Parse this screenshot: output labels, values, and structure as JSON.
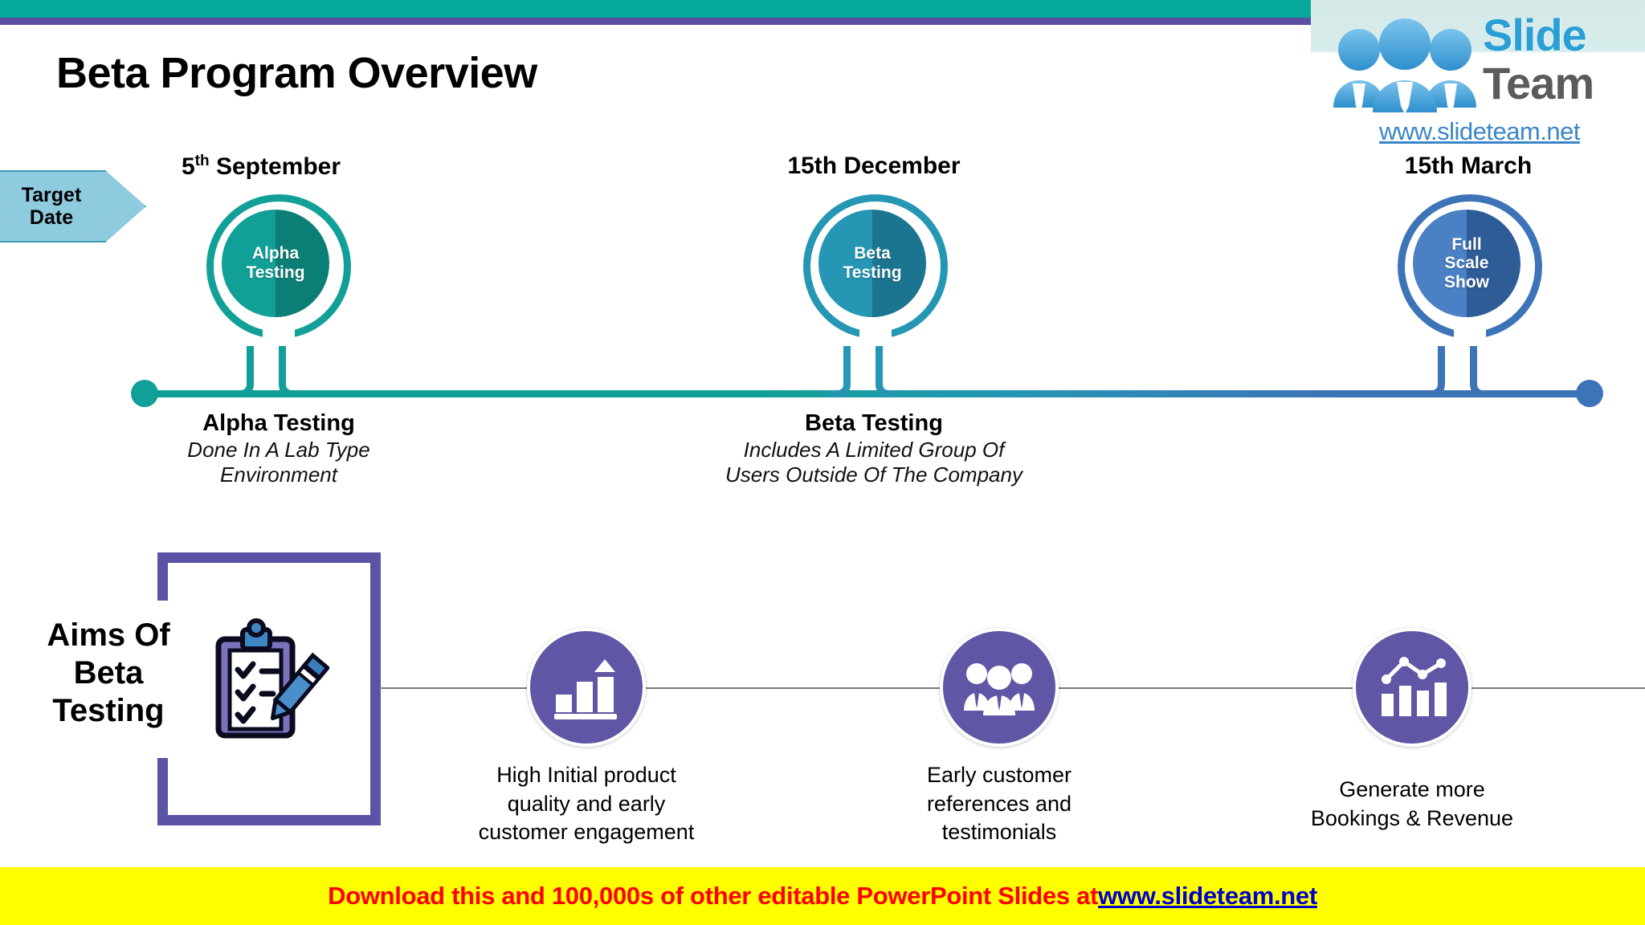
{
  "header": {
    "title": "Beta Program Overview",
    "teal_color": "#05a89a",
    "purple_color": "#5b4fa0"
  },
  "logo": {
    "word_1": "Slide",
    "word_2": "Team",
    "url": "www.slideteam.net",
    "people_icon": "people-group-icon"
  },
  "target_badge": {
    "line_1": "Target",
    "line_2": "Date",
    "fill": "#8ecbdf",
    "border": "#3d9ab5"
  },
  "timeline": {
    "milestones": [
      {
        "date_prefix": "5",
        "date_suffix": "th",
        "date_rest": " September",
        "date_full": "5th September",
        "node_line_1": "Alpha",
        "node_line_2": "Testing",
        "caption_title": "Alpha Testing",
        "caption_sub_1": "Done In A Lab Type",
        "caption_sub_2": "Environment",
        "color": "#11a097",
        "color_dark": "#0b7e76"
      },
      {
        "date_prefix": "15",
        "date_suffix": "th",
        "date_rest": " December",
        "date_full": "15th December",
        "node_line_1": "Beta",
        "node_line_2": "Testing",
        "caption_title": "Beta Testing",
        "caption_sub_1": "Includes A Limited Group Of",
        "caption_sub_2": "Users Outside Of The Company",
        "color": "#2596b4",
        "color_dark": "#1b7490"
      },
      {
        "date_prefix": "15",
        "date_suffix": "th",
        "date_rest": " March",
        "date_full": "15th March",
        "node_line_1": "Full",
        "node_line_2": "Scale",
        "node_line_3": "Show",
        "caption_title": "",
        "caption_sub_1": "",
        "caption_sub_2": "",
        "color": "#3d74b8",
        "color_dark": "#2e5c96"
      }
    ]
  },
  "aims": {
    "heading_line_1": "Aims Of",
    "heading_line_2": "Beta",
    "heading_line_3": "Testing",
    "frame_color": "#5b53a5",
    "icon": "clipboard-checklist-pencil-icon",
    "items": [
      {
        "icon": "growth-bar-chart-arrow-icon",
        "caption_line_1": "High Initial product",
        "caption_line_2": "quality and early",
        "caption_line_3": "customer engagement"
      },
      {
        "icon": "people-group-icon",
        "caption_line_1": "Early customer",
        "caption_line_2": "references and",
        "caption_line_3": "testimonials"
      },
      {
        "icon": "bar-chart-line-graph-icon",
        "caption_line_1": "Generate more",
        "caption_line_2": "Bookings & Revenue",
        "caption_line_3": ""
      }
    ],
    "circle_color": "#5f56a5"
  },
  "footer": {
    "text": "Download this and 100,000s of other editable PowerPoint Slides at ",
    "link": "www.slideteam.net",
    "background": "#ffff00",
    "text_color": "#ff0000",
    "link_color": "#0000cc"
  }
}
